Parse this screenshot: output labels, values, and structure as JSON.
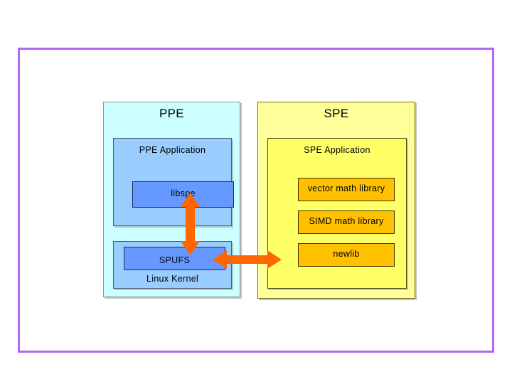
{
  "diagram": {
    "title_visible": false,
    "frame": {
      "border_color": "#b266f2"
    },
    "ppe": {
      "label": "PPE",
      "fill": "#ccffff",
      "application": {
        "label": "PPE Application",
        "fill": "#99ccff",
        "component": {
          "label": "libspe",
          "fill": "#6699ff"
        }
      },
      "kernel": {
        "label": "Linux Kernel",
        "fill": "#99ccff",
        "component": {
          "label": "SPUFS",
          "fill": "#6699ff"
        }
      }
    },
    "spe": {
      "label": "SPE",
      "fill": "#ffff99",
      "application": {
        "label": "SPE Application",
        "fill": "#ffff66",
        "libraries": [
          {
            "label": "vector math library",
            "fill": "#ffc000"
          },
          {
            "label": "SIMD math library",
            "fill": "#ffc000"
          },
          {
            "label": "newlib",
            "fill": "#ffc000"
          }
        ]
      }
    },
    "connectors": [
      {
        "name": "libspe-spufs-link",
        "from": "libspe",
        "to": "SPUFS",
        "orientation": "vertical",
        "heads": "double",
        "color": "#ff6600"
      },
      {
        "name": "spufs-spe-link",
        "from": "SPUFS",
        "to": "SPE Application",
        "orientation": "horizontal",
        "heads": "double",
        "color": "#ff6600"
      }
    ]
  }
}
